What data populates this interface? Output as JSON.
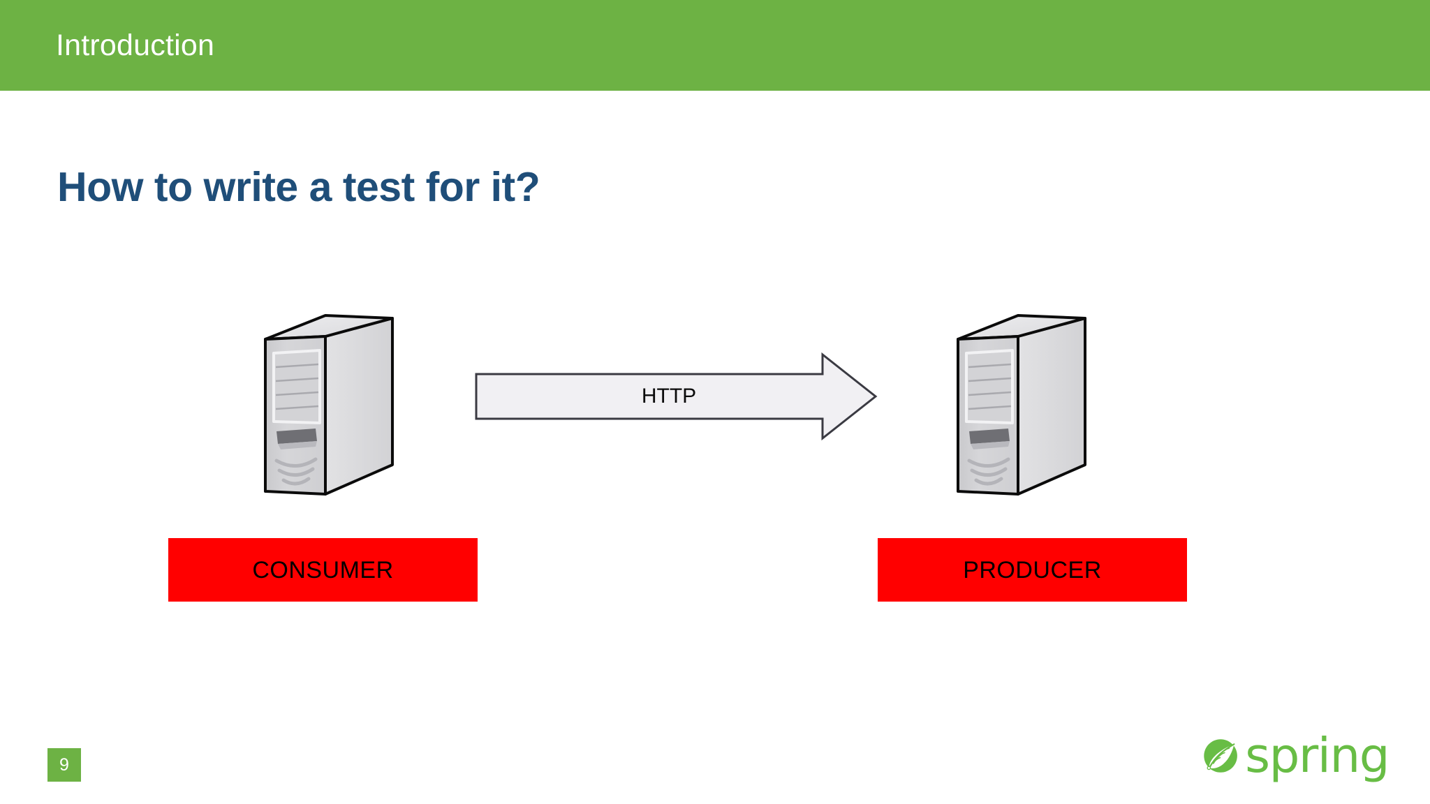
{
  "header": {
    "section_label": "Introduction",
    "band_color": "#6DB244"
  },
  "slide": {
    "title": "How to write a test for it?",
    "title_color": "#1F4E79",
    "background": "#ffffff"
  },
  "diagram": {
    "type": "flow",
    "arrow": {
      "label": "HTTP",
      "direction": "right",
      "fill": "#F1F0F3",
      "stroke": "#3A3A42"
    },
    "nodes": [
      {
        "id": "consumer",
        "label": "CONSUMER",
        "icon": "server-tower-icon",
        "box_color": "#FF0000",
        "label_color": "#000000"
      },
      {
        "id": "producer",
        "label": "PRODUCER",
        "icon": "server-tower-icon",
        "box_color": "#FF0000",
        "label_color": "#000000"
      }
    ]
  },
  "footer": {
    "page_number": "9",
    "page_badge_color": "#6DB244",
    "brand": {
      "wordmark": "spring",
      "color": "#68BD45",
      "icon": "spring-leaf-icon"
    }
  }
}
